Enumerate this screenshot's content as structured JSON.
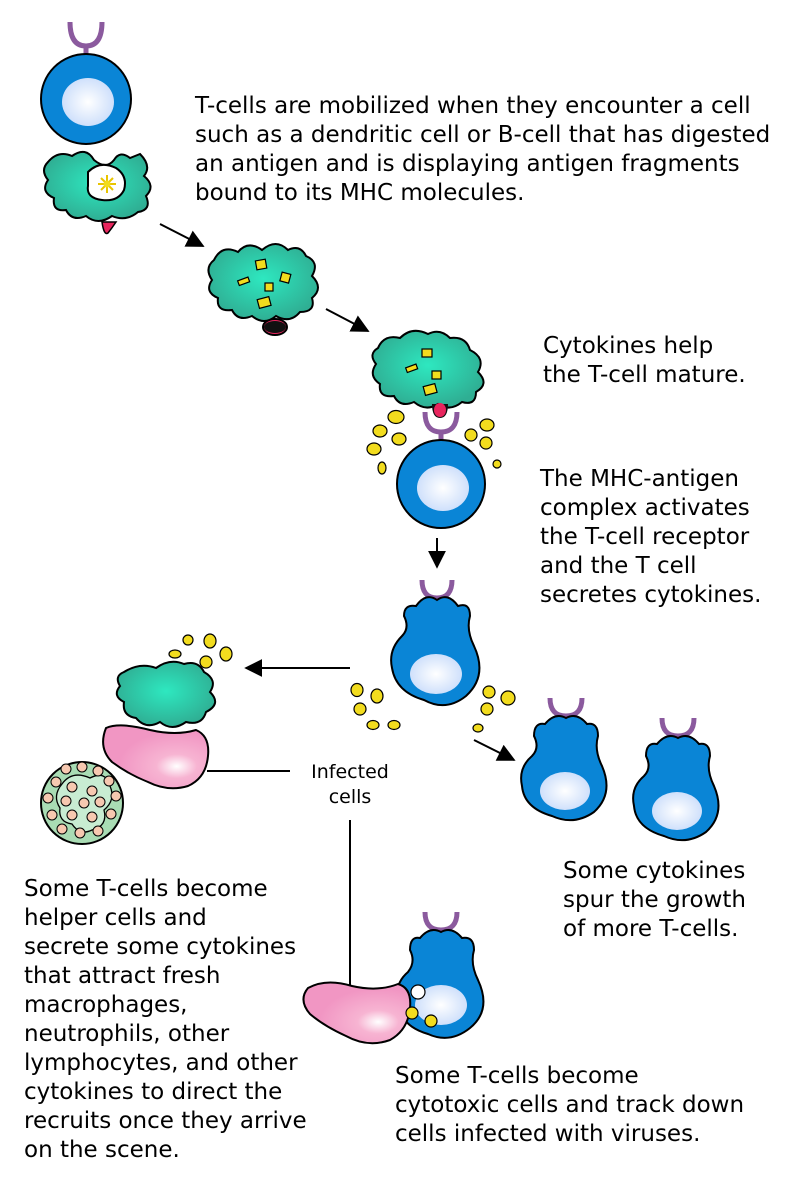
{
  "captions": {
    "mobilized": "T-cells are mobilized when they encounter a cell\nsuch as a dendritic cell or B-cell that has digested\nan antigen and is displaying antigen fragments\nbound to its MHC molecules.",
    "cytokines_help": "Cytokines help\nthe T-cell mature.",
    "activates": "The MHC-antigen\ncomplex activates\nthe T-cell receptor\nand the T cell\nsecretes cytokines.",
    "growth": "Some cytokines\nspur the growth\nof more T-cells.",
    "helper": "Some T-cells become\nhelper cells and\nsecrete some cytokines\nthat attract fresh\nmacrophages,\nneutrophils, other\nlymphocytes, and other\ncytokines to direct the\nrecruits once they arrive\non the scene.",
    "cytotoxic": "Some T-cells become\ncytotoxic cells and track down\ncells infected with viruses."
  },
  "labels": {
    "infected_cells": "Infected\ncells"
  },
  "colors": {
    "t_cell": "#0a85d6",
    "t_cell_nucleus": "#d6e9ff",
    "dendritic_cell": "#3bbf9e",
    "antigen": "#f2dc1e",
    "receptor": "#8b5a9e",
    "mhc": "#e8265e",
    "infected_cell": "#f3a0c8",
    "macrophage": "#a9dcb4",
    "granule": "#f6c8b0"
  },
  "icons": [
    "t-cell-icon",
    "dendritic-cell-icon",
    "cytokine-icon",
    "infected-cell-icon",
    "macrophage-icon",
    "arrow-icon"
  ]
}
